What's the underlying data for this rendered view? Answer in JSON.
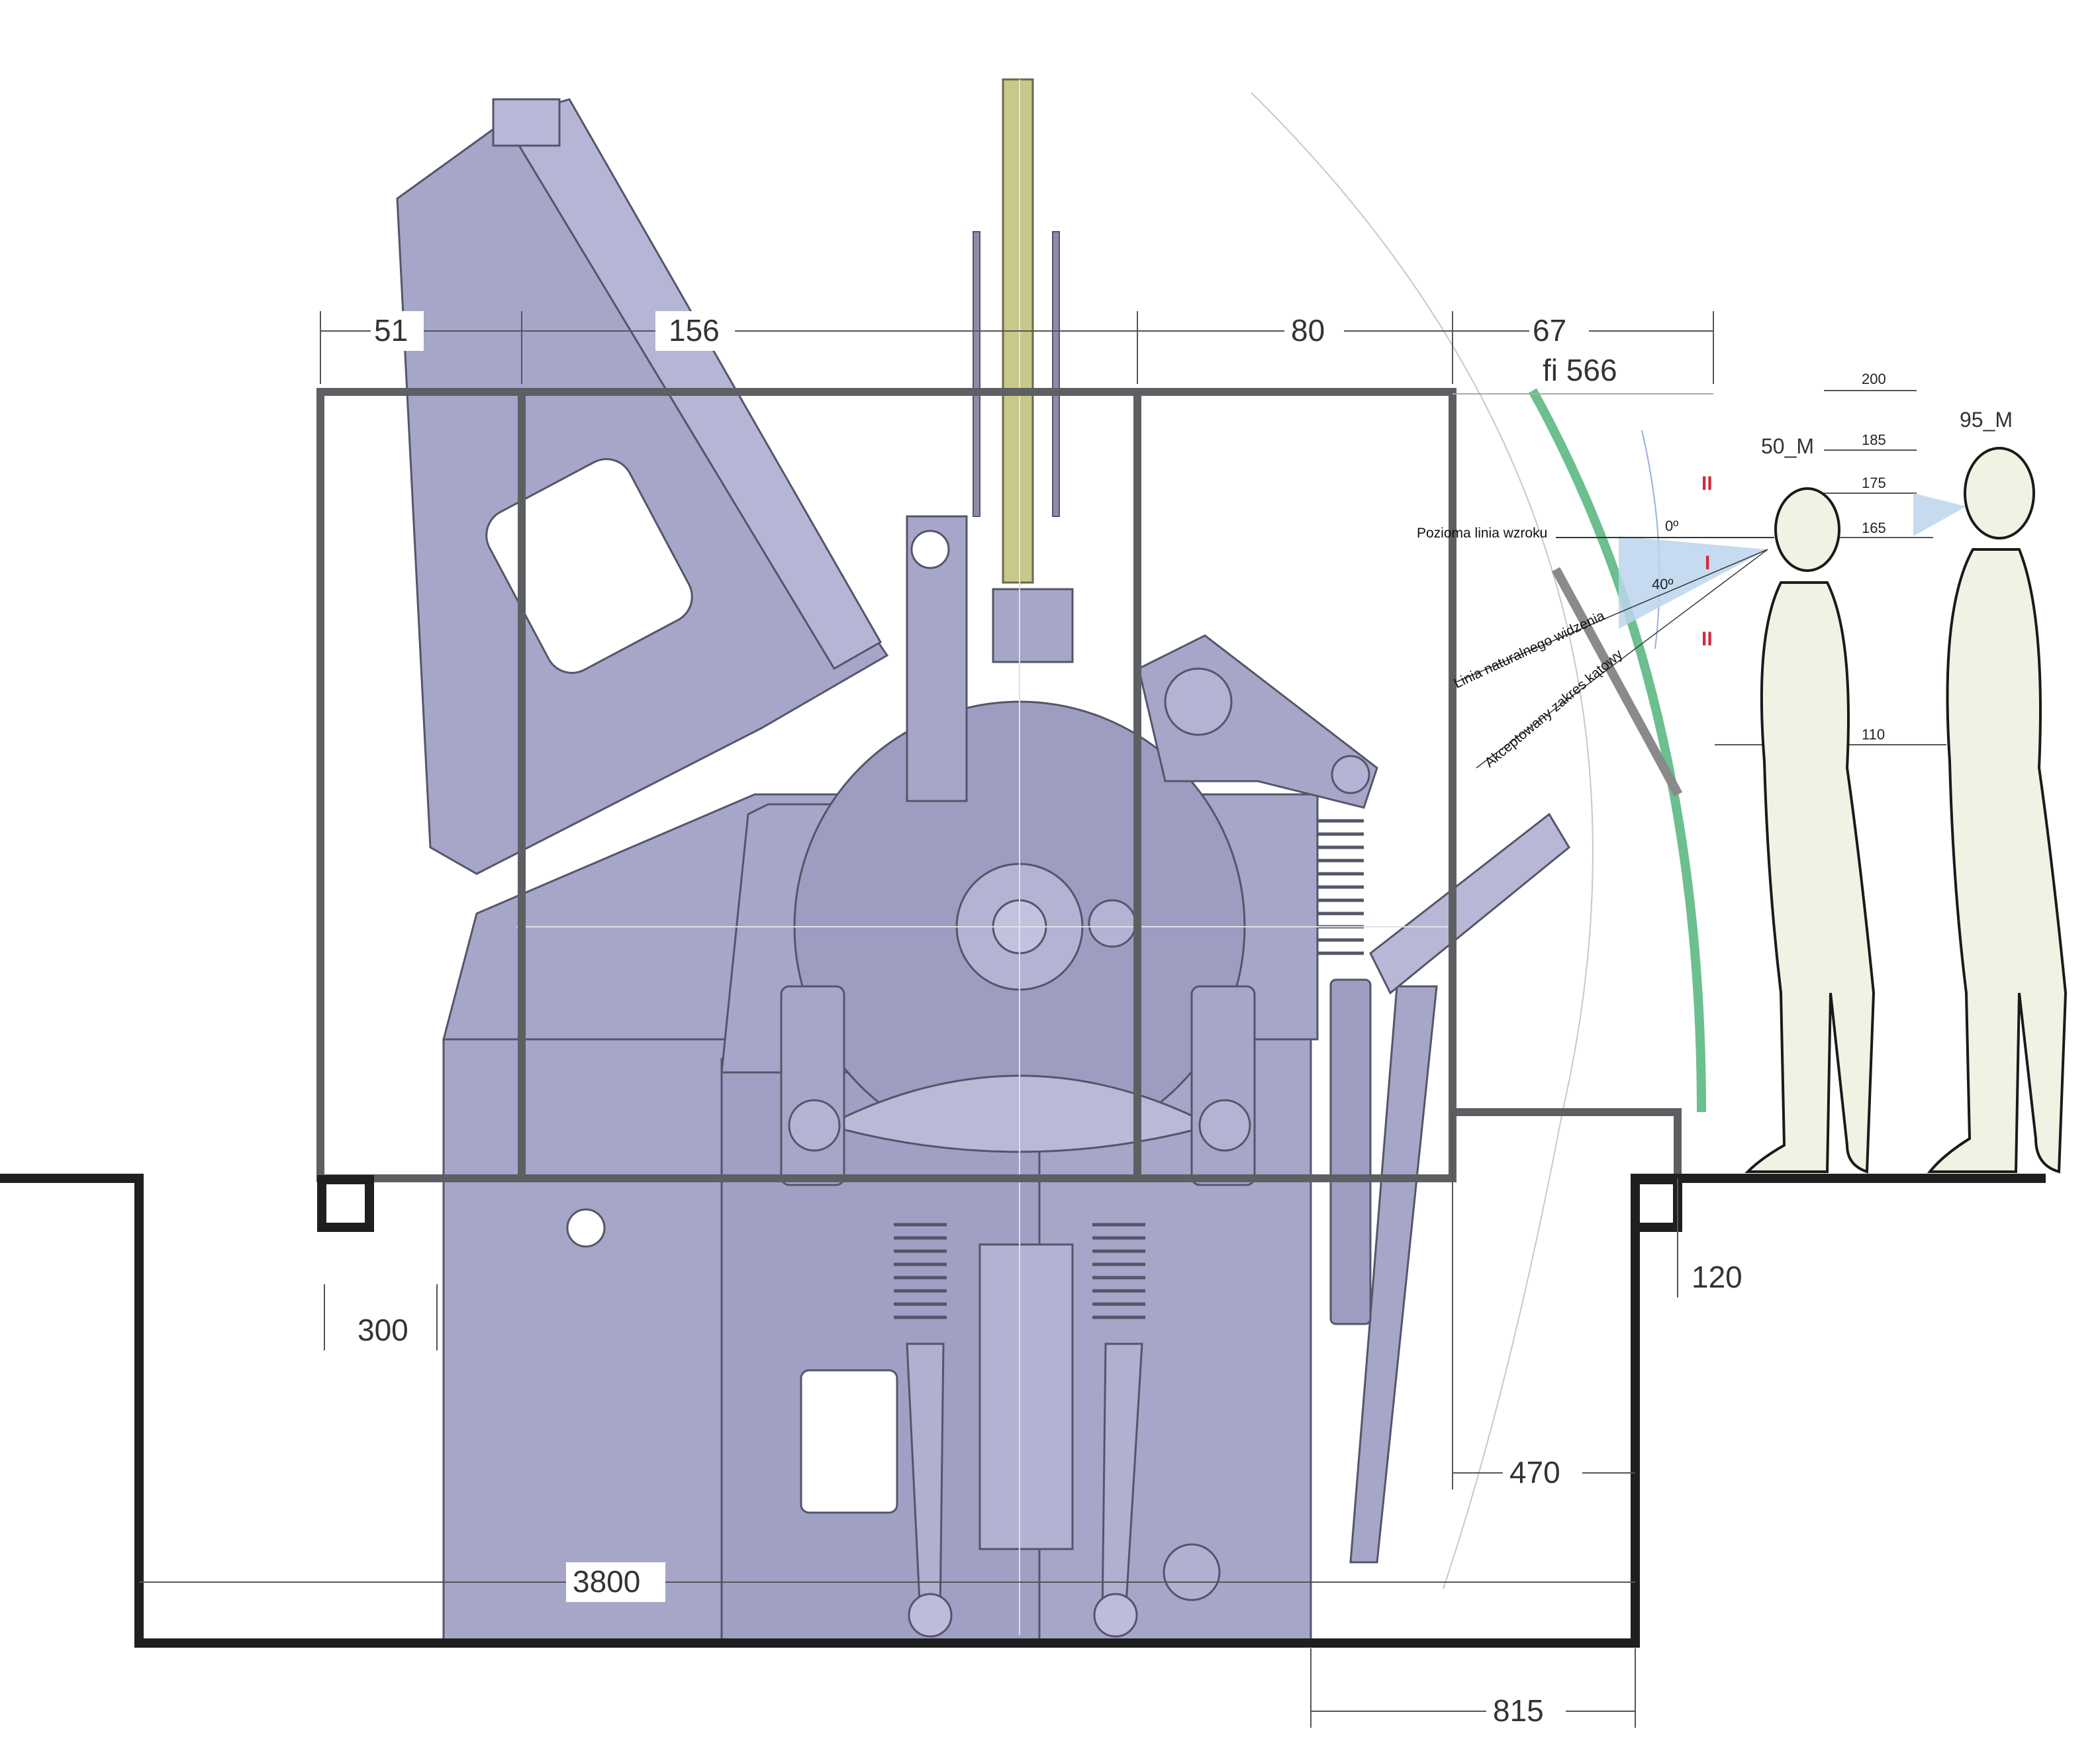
{
  "drawing": {
    "dimensions": {
      "d51": "51",
      "d156": "156",
      "d80": "80",
      "d67": "67",
      "fi": "fi 566",
      "d300": "300",
      "d3800": "3800",
      "d470": "470",
      "d120": "120",
      "d815": "815"
    },
    "ergonomics": {
      "h200": "200",
      "h185": "185",
      "h175": "175",
      "h165": "165",
      "h110": "110",
      "model_50": "50_M",
      "model_95": "95_M",
      "angle_0": "0º",
      "angle_40": "40º",
      "zone_top": "II",
      "zone_mid": "I",
      "zone_bottom": "II",
      "horizontal_line": "Pozioma linia wzroku",
      "natural_line": "Linia naturalnego widzenia",
      "accepted_range": "Akceptowany zakres kątowy"
    },
    "colors": {
      "machine": "#a6a6c9",
      "outline": "#55556a",
      "frame": "#5e5f63",
      "floor": "#1f1f1f",
      "shaft": "#c8c88a",
      "screen": "#6cbf8f",
      "figure": "#f1f1e4",
      "vision": "#bcd5ec",
      "marker": "#d22b3c"
    }
  }
}
